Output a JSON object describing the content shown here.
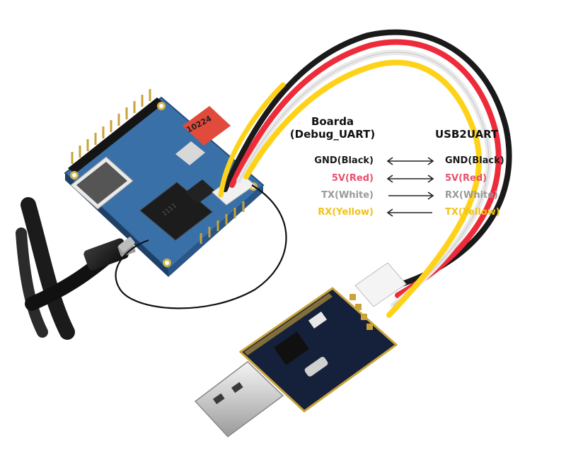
{
  "headers": {
    "board_line1": "Boarda",
    "board_line2": "(Debug_UART)",
    "usb2uart": "USB2UART"
  },
  "board_labels": {
    "sticker_number": "10224",
    "chip_marking": "1111"
  },
  "pin_map": [
    {
      "left": "GND(Black)",
      "right": "GND(Black)",
      "direction": "both",
      "color": "#1a1a1a"
    },
    {
      "left": "5V(Red)",
      "right": "5V(Red)",
      "direction": "both",
      "color": "#e8506e"
    },
    {
      "left": "TX(White)",
      "right": "RX(White)",
      "direction": "right",
      "color": "#9a9a9a"
    },
    {
      "left": "RX(Yellow)",
      "right": "TX(Yellow)",
      "direction": "left",
      "color": "#f2c21b"
    }
  ],
  "colors": {
    "pcb_blue": "#3a70a8",
    "usb_pcb": "#15203a",
    "wire_black": "#1a1a1a",
    "wire_red": "#ee2b3b",
    "wire_white": "#e9e9e9",
    "wire_yellow": "#ffd21a"
  },
  "icons": [
    "double-arrow-icon",
    "right-arrow-icon",
    "left-arrow-icon"
  ]
}
